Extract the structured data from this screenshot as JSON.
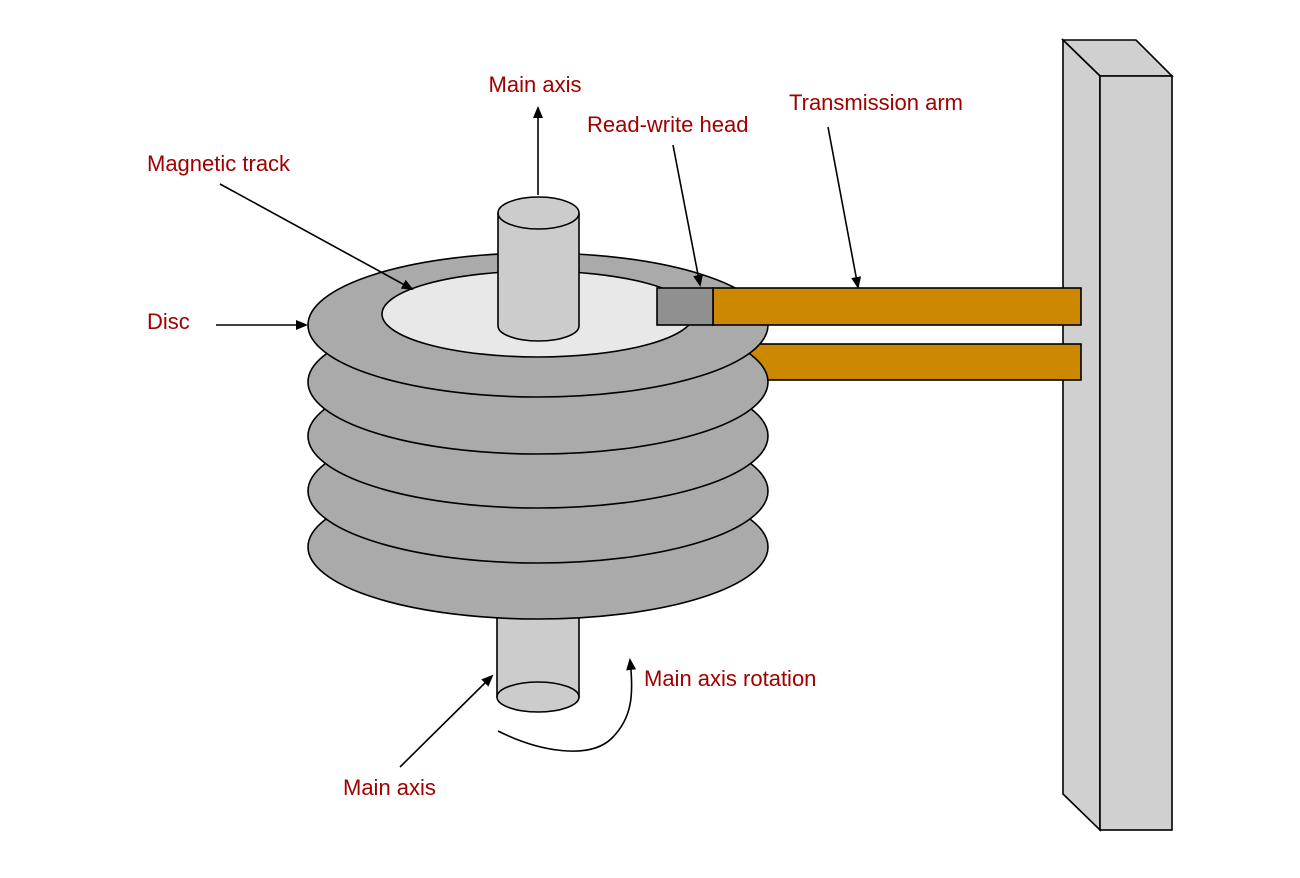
{
  "labels": {
    "main_axis_top": "Main axis",
    "read_write_head": "Read-write head",
    "transmission_arm": "Transmission arm",
    "magnetic_track": "Magnetic track",
    "disc": "Disc",
    "main_axis_rotation": "Main axis rotation",
    "main_axis_bottom": "Main axis"
  },
  "colors": {
    "label_text": "#a00000",
    "disc": "#aaaaaa",
    "track": "#e8e8e8",
    "spindle": "#cccccc",
    "head": "#909090",
    "arm": "#cc8800",
    "post": "#d0d0d0",
    "outline": "#000000"
  },
  "disc_count": 5
}
